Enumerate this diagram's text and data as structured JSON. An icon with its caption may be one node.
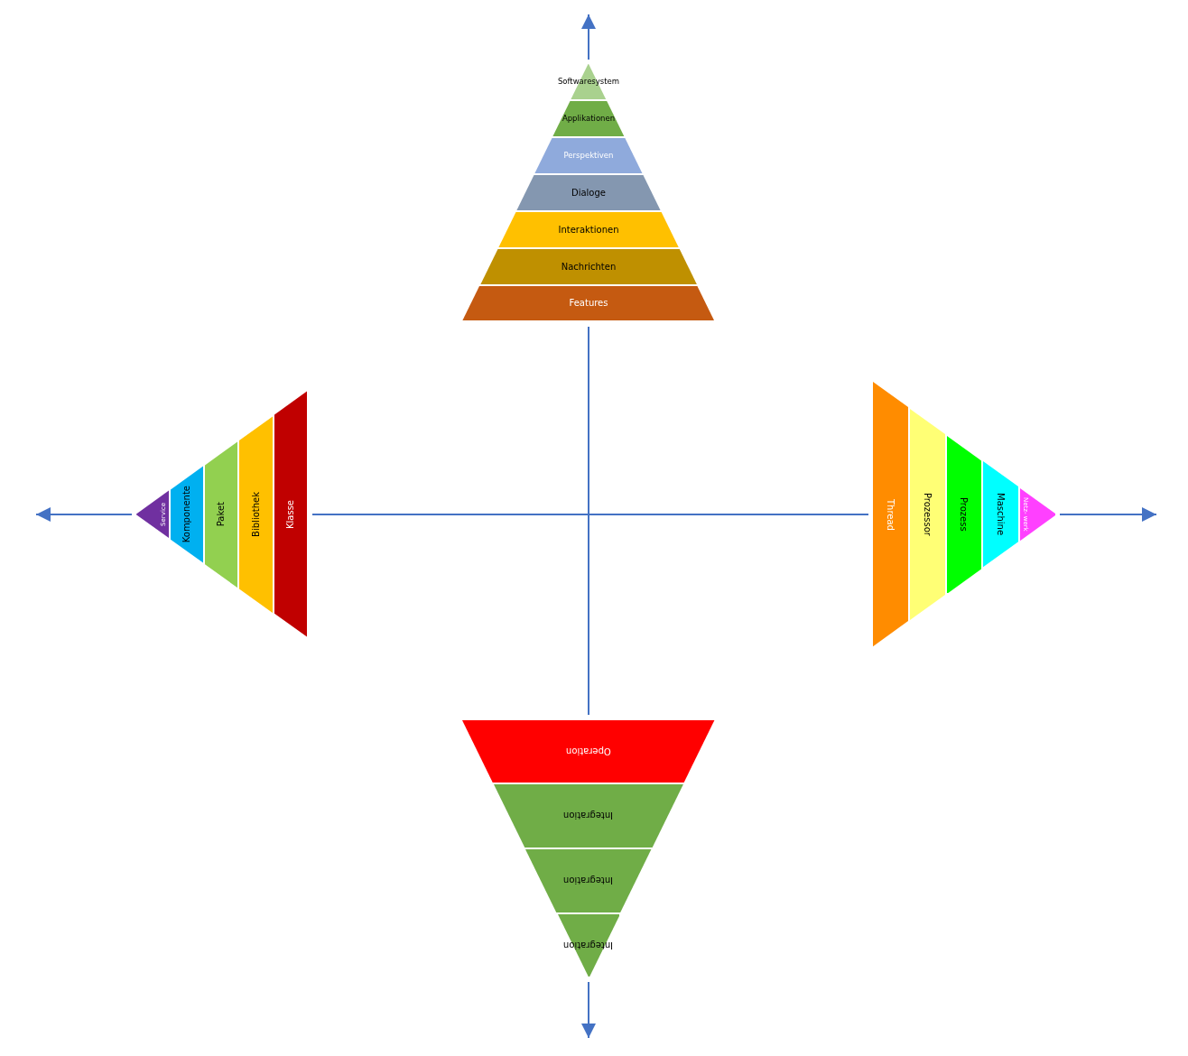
{
  "diagram": {
    "nodes": [
      {
        "text": [
          "Softwaresystem"
        ]
      },
      {
        "text": [
          "Applikationen"
        ]
      },
      {
        "text": [
          "Perspektiven"
        ]
      },
      {
        "text": [
          "Dialoge"
        ]
      },
      {
        "text": [
          "Interaktionen"
        ]
      },
      {
        "text": [
          "Nachrichten"
        ]
      },
      {
        "text": [
          "Features"
        ]
      },
      {
        "text": [
          "Service"
        ]
      },
      {
        "text": [
          "Komponente"
        ]
      },
      {
        "text": [
          "Paket"
        ]
      },
      {
        "text": [
          "Bibliothek"
        ]
      },
      {
        "text": [
          "Klasse"
        ]
      },
      {
        "text": [
          "Thread"
        ]
      },
      {
        "text": [
          "Prozessor"
        ]
      },
      {
        "text": [
          "Prozess"
        ]
      },
      {
        "text": [
          "Maschine"
        ]
      },
      {
        "text": [
          "Netz- werk"
        ]
      },
      {
        "text": [
          "Operation"
        ]
      },
      {
        "text": [
          "Integration"
        ]
      },
      {
        "text": [
          "Integration"
        ]
      },
      {
        "text": [
          "Integration"
        ]
      }
    ],
    "edges": []
  }
}
